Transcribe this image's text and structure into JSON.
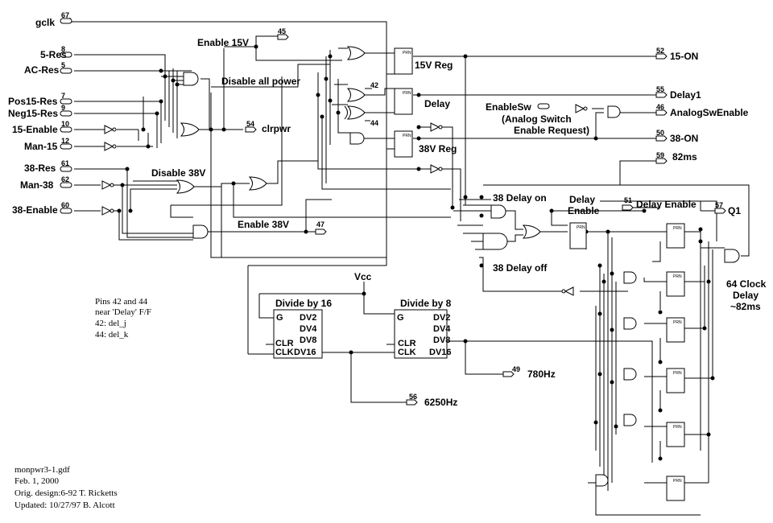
{
  "pins": {
    "gclk": "67",
    "res5": "8",
    "acres": "5",
    "pos15": "7",
    "neg15": "9",
    "en15": "10",
    "man15": "12",
    "res38": "61",
    "man38": "62",
    "en38": "60",
    "enable15v": "45",
    "clrpwr": "54",
    "enable38v": "47",
    "del_j": "42",
    "del_k": "44",
    "on15": "52",
    "delay1": "55",
    "analog": "46",
    "on38": "50",
    "ms82": "59",
    "delay_enable": "51",
    "q1": "57",
    "hz780": "49",
    "hz6250": "56"
  },
  "inputs": {
    "gclk": "gclk",
    "res5": "5-Res",
    "acres": "AC-Res",
    "pos15": "Pos15-Res",
    "neg15": "Neg15-Res",
    "en15": "15-Enable",
    "man15": "Man-15",
    "res38": "38-Res",
    "man38": "Man-38",
    "en38": "38-Enable",
    "enablesw": "EnableSw"
  },
  "signals": {
    "enable15v": "Enable 15V",
    "disable_all": "Disable all power",
    "disable38v": "Disable 38V",
    "enable38v": "Enable 38V",
    "reg15v": "15V Reg",
    "delay": "Delay",
    "reg38v": "38V Reg",
    "delay38on": "38 Delay on",
    "delay38off": "38 Delay off",
    "delay_enable_1": "Delay",
    "delay_enable_2": "Enable",
    "analog_note_1": "(Analog Switch",
    "analog_note_2": "Enable Request)",
    "vcc": "Vcc",
    "div16": "Divide by 16",
    "div8": "Divide by 8",
    "clock1": "64 Clock",
    "clock2": "Delay",
    "clock3": "~82ms"
  },
  "outputs": {
    "on15": "15-ON",
    "delay1": "Delay1",
    "analog": "AnalogSwEnable",
    "on38": "38-ON",
    "ms82": "82ms",
    "delay_enable": "Delay Enable",
    "clrpwr": "clrpwr",
    "q1": "Q1",
    "hz780": "780Hz",
    "hz6250": "6250Hz"
  },
  "div16_ports": {
    "g": "G",
    "dv2": "DV2",
    "dv4": "DV4",
    "dv8": "DV8",
    "clr": "CLR",
    "clk": "CLK",
    "dv16": "DV16"
  },
  "div8_ports": {
    "g": "G",
    "dv2": "DV2",
    "dv4": "DV4",
    "dv8": "DV8",
    "clr": "CLR",
    "clk": "CLK",
    "dv16": "DV16"
  },
  "notes": {
    "pins": [
      "Pins 42 and 44",
      "near 'Delay' F/F",
      "42: del_j",
      "44: del_k"
    ],
    "footer": [
      "monpwr3-1.gdf",
      "Feb. 1, 2000",
      "Orig. design:6-92 T. Ricketts",
      "Updated: 10/27/97 B. Alcott"
    ]
  }
}
